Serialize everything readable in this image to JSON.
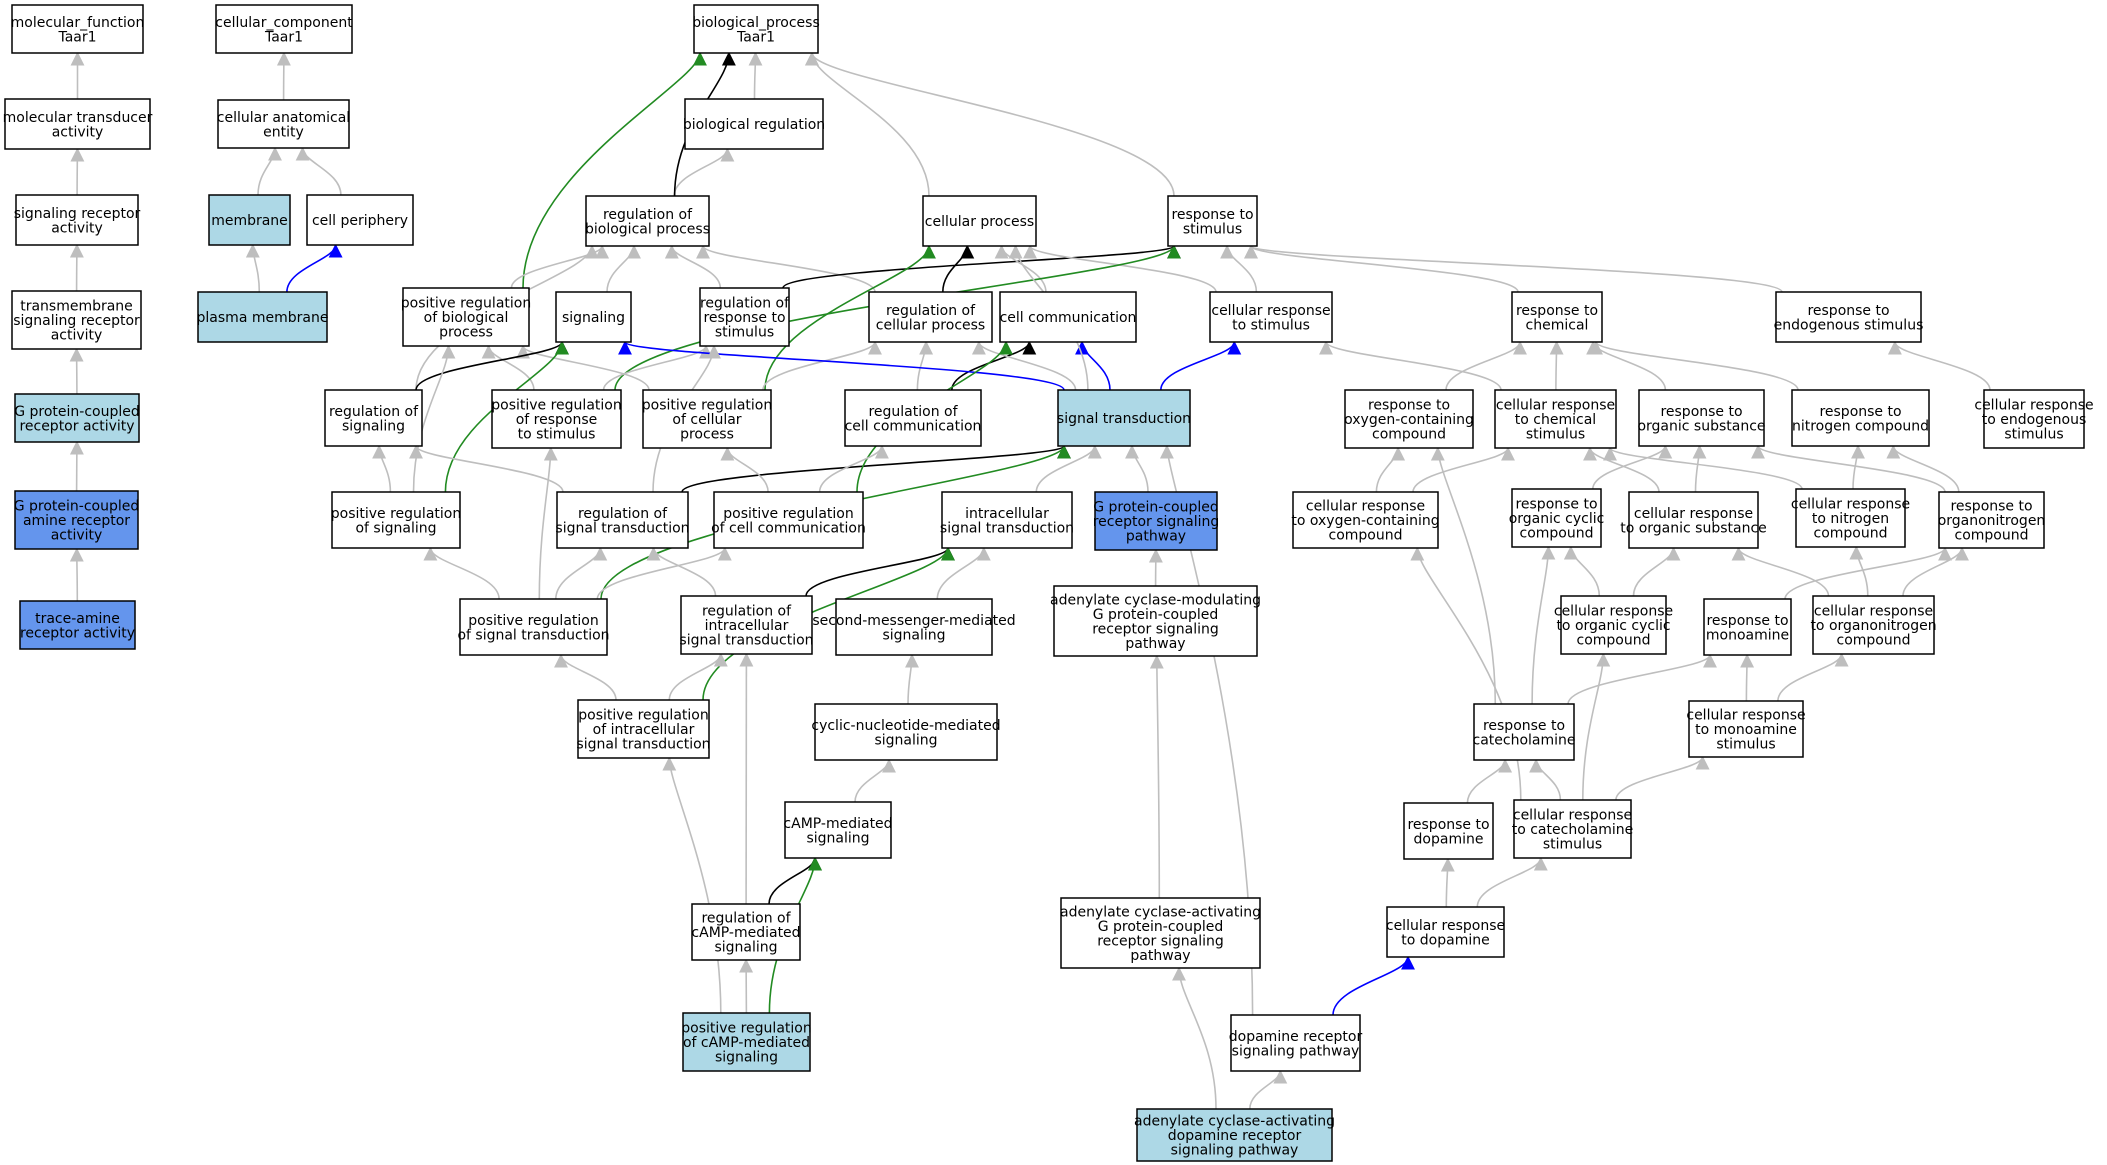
{
  "colors": {
    "default_fill": "#ffffff",
    "light_fill": "#add8e6",
    "blue_fill": "#6495ed",
    "edge_gray": "#bebebe",
    "edge_black": "#000000",
    "edge_green": "#228b22",
    "edge_blue": "#0000ff"
  },
  "nodes": [
    {
      "id": "mf",
      "lines": [
        "molecular_function",
        "Taar1"
      ],
      "fill": "white"
    },
    {
      "id": "mta",
      "lines": [
        "molecular transducer",
        "activity"
      ],
      "fill": "white"
    },
    {
      "id": "sra",
      "lines": [
        "signaling receptor",
        "activity"
      ],
      "fill": "white"
    },
    {
      "id": "tsra",
      "lines": [
        "transmembrane",
        "signaling receptor",
        "activity"
      ],
      "fill": "white"
    },
    {
      "id": "gpcra",
      "lines": [
        "G protein-coupled",
        "receptor activity"
      ],
      "fill": "light"
    },
    {
      "id": "gpcaa",
      "lines": [
        "G protein-coupled",
        "amine receptor",
        "activity"
      ],
      "fill": "blue"
    },
    {
      "id": "tara",
      "lines": [
        "trace-amine",
        "receptor activity"
      ],
      "fill": "blue"
    },
    {
      "id": "cc",
      "lines": [
        "cellular_component",
        "Taar1"
      ],
      "fill": "white"
    },
    {
      "id": "cae",
      "lines": [
        "cellular anatomical",
        "entity"
      ],
      "fill": "white"
    },
    {
      "id": "mem",
      "lines": [
        "membrane"
      ],
      "fill": "light"
    },
    {
      "id": "cper",
      "lines": [
        "cell periphery"
      ],
      "fill": "white"
    },
    {
      "id": "pmem",
      "lines": [
        "plasma membrane"
      ],
      "fill": "light"
    },
    {
      "id": "bp",
      "lines": [
        "biological_process",
        "Taar1"
      ],
      "fill": "white"
    },
    {
      "id": "breg",
      "lines": [
        "biological regulation"
      ],
      "fill": "white"
    },
    {
      "id": "rbp",
      "lines": [
        "regulation of",
        "biological process"
      ],
      "fill": "white"
    },
    {
      "id": "cproc",
      "lines": [
        "cellular process"
      ],
      "fill": "white"
    },
    {
      "id": "rstim",
      "lines": [
        "response to",
        "stimulus"
      ],
      "fill": "white"
    },
    {
      "id": "prbp",
      "lines": [
        "positive regulation",
        "of biological",
        "process"
      ],
      "fill": "white"
    },
    {
      "id": "sig",
      "lines": [
        "signaling"
      ],
      "fill": "white"
    },
    {
      "id": "rrs",
      "lines": [
        "regulation of",
        "response to",
        "stimulus"
      ],
      "fill": "white"
    },
    {
      "id": "rcp",
      "lines": [
        "regulation of",
        "cellular process"
      ],
      "fill": "white"
    },
    {
      "id": "ccom",
      "lines": [
        "cell communication"
      ],
      "fill": "white"
    },
    {
      "id": "crstim",
      "lines": [
        "cellular response",
        "to stimulus"
      ],
      "fill": "white"
    },
    {
      "id": "rchem",
      "lines": [
        "response to",
        "chemical"
      ],
      "fill": "white"
    },
    {
      "id": "rendo",
      "lines": [
        "response to",
        "endogenous stimulus"
      ],
      "fill": "white"
    },
    {
      "id": "rsig",
      "lines": [
        "regulation of",
        "signaling"
      ],
      "fill": "white"
    },
    {
      "id": "prrs",
      "lines": [
        "positive regulation",
        "of response",
        "to stimulus"
      ],
      "fill": "white"
    },
    {
      "id": "prcp",
      "lines": [
        "positive regulation",
        "of cellular",
        "process"
      ],
      "fill": "white"
    },
    {
      "id": "rcc",
      "lines": [
        "regulation of",
        "cell communication"
      ],
      "fill": "white"
    },
    {
      "id": "st",
      "lines": [
        "signal transduction"
      ],
      "fill": "light"
    },
    {
      "id": "roxy",
      "lines": [
        "response to",
        "oxygen-containing",
        "compound"
      ],
      "fill": "white"
    },
    {
      "id": "crchem",
      "lines": [
        "cellular response",
        "to chemical",
        "stimulus"
      ],
      "fill": "white"
    },
    {
      "id": "rorg",
      "lines": [
        "response to",
        "organic substance"
      ],
      "fill": "white"
    },
    {
      "id": "rnit",
      "lines": [
        "response to",
        "nitrogen compound"
      ],
      "fill": "white"
    },
    {
      "id": "crendo",
      "lines": [
        "cellular response",
        "to endogenous",
        "stimulus"
      ],
      "fill": "white"
    },
    {
      "id": "prsig",
      "lines": [
        "positive regulation",
        "of signaling"
      ],
      "fill": "white"
    },
    {
      "id": "rst",
      "lines": [
        "regulation of",
        "signal transduction"
      ],
      "fill": "white"
    },
    {
      "id": "prcc",
      "lines": [
        "positive regulation",
        "of cell communication"
      ],
      "fill": "white"
    },
    {
      "id": "ist",
      "lines": [
        "intracellular",
        "signal transduction"
      ],
      "fill": "white"
    },
    {
      "id": "gpcrsp",
      "lines": [
        "G protein-coupled",
        "receptor signaling",
        "pathway"
      ],
      "fill": "blue"
    },
    {
      "id": "croxy",
      "lines": [
        "cellular response",
        "to oxygen-containing",
        "compound"
      ],
      "fill": "white"
    },
    {
      "id": "rocc",
      "lines": [
        "response to",
        "organic cyclic",
        "compound"
      ],
      "fill": "white"
    },
    {
      "id": "crorg",
      "lines": [
        "cellular response",
        "to organic substance"
      ],
      "fill": "white"
    },
    {
      "id": "crnit",
      "lines": [
        "cellular response",
        "to nitrogen",
        "compound"
      ],
      "fill": "white"
    },
    {
      "id": "ronit",
      "lines": [
        "response to",
        "organonitrogen",
        "compound"
      ],
      "fill": "white"
    },
    {
      "id": "prst",
      "lines": [
        "positive regulation",
        "of signal transduction"
      ],
      "fill": "white"
    },
    {
      "id": "rist",
      "lines": [
        "regulation of",
        "intracellular",
        "signal transduction"
      ],
      "fill": "white"
    },
    {
      "id": "smms",
      "lines": [
        "second-messenger-mediated",
        "signaling"
      ],
      "fill": "white"
    },
    {
      "id": "acmod",
      "lines": [
        "adenylate cyclase-modulating",
        "G protein-coupled",
        "receptor signaling",
        "pathway"
      ],
      "fill": "white"
    },
    {
      "id": "crocc",
      "lines": [
        "cellular response",
        "to organic cyclic",
        "compound"
      ],
      "fill": "white"
    },
    {
      "id": "rmono",
      "lines": [
        "response to",
        "monoamine"
      ],
      "fill": "white"
    },
    {
      "id": "cronit",
      "lines": [
        "cellular response",
        "to organonitrogen",
        "compound"
      ],
      "fill": "white"
    },
    {
      "id": "prist",
      "lines": [
        "positive regulation",
        "of intracellular",
        "signal transduction"
      ],
      "fill": "white"
    },
    {
      "id": "cnms",
      "lines": [
        "cyclic-nucleotide-mediated",
        "signaling"
      ],
      "fill": "white"
    },
    {
      "id": "rcat",
      "lines": [
        "response to",
        "catecholamine"
      ],
      "fill": "white"
    },
    {
      "id": "crmono",
      "lines": [
        "cellular response",
        "to monoamine",
        "stimulus"
      ],
      "fill": "white"
    },
    {
      "id": "camp",
      "lines": [
        "cAMP-mediated",
        "signaling"
      ],
      "fill": "white"
    },
    {
      "id": "rdop",
      "lines": [
        "response to",
        "dopamine"
      ],
      "fill": "white"
    },
    {
      "id": "crcat",
      "lines": [
        "cellular response",
        "to catecholamine",
        "stimulus"
      ],
      "fill": "white"
    },
    {
      "id": "rcamp",
      "lines": [
        "regulation of",
        "cAMP-mediated",
        "signaling"
      ],
      "fill": "white"
    },
    {
      "id": "acact",
      "lines": [
        "adenylate cyclase-activating",
        "G protein-coupled",
        "receptor signaling",
        "pathway"
      ],
      "fill": "white"
    },
    {
      "id": "crdop",
      "lines": [
        "cellular response",
        "to dopamine"
      ],
      "fill": "white"
    },
    {
      "id": "prcamp",
      "lines": [
        "positive regulation",
        "of cAMP-mediated",
        "signaling"
      ],
      "fill": "light"
    },
    {
      "id": "drsp",
      "lines": [
        "dopamine receptor",
        "signaling pathway"
      ],
      "fill": "white"
    },
    {
      "id": "acdop",
      "lines": [
        "adenylate cyclase-activating",
        "dopamine receptor",
        "signaling pathway"
      ],
      "fill": "light"
    }
  ],
  "edges": [
    {
      "from": "mta",
      "to": "mf",
      "color": "gray"
    },
    {
      "from": "sra",
      "to": "mta",
      "color": "gray"
    },
    {
      "from": "tsra",
      "to": "sra",
      "color": "gray"
    },
    {
      "from": "gpcra",
      "to": "tsra",
      "color": "gray"
    },
    {
      "from": "gpcaa",
      "to": "gpcra",
      "color": "gray"
    },
    {
      "from": "tara",
      "to": "gpcaa",
      "color": "gray"
    },
    {
      "from": "cae",
      "to": "cc",
      "color": "gray"
    },
    {
      "from": "mem",
      "to": "cae",
      "color": "gray"
    },
    {
      "from": "cper",
      "to": "cae",
      "color": "gray"
    },
    {
      "from": "pmem",
      "to": "mem",
      "color": "gray"
    },
    {
      "from": "pmem",
      "to": "cper",
      "color": "blue"
    },
    {
      "from": "breg",
      "to": "bp",
      "color": "gray"
    },
    {
      "from": "cproc",
      "to": "bp",
      "color": "gray"
    },
    {
      "from": "rstim",
      "to": "bp",
      "color": "gray"
    },
    {
      "from": "rbp",
      "to": "breg",
      "color": "gray"
    },
    {
      "from": "rbp",
      "to": "bp",
      "color": "black"
    },
    {
      "from": "prbp",
      "to": "bp",
      "color": "green"
    },
    {
      "from": "prbp",
      "to": "rbp",
      "color": "gray"
    },
    {
      "from": "sig",
      "to": "rbp",
      "color": "gray"
    },
    {
      "from": "rrs",
      "to": "rbp",
      "color": "gray"
    },
    {
      "from": "rcp",
      "to": "rbp",
      "color": "gray"
    },
    {
      "from": "rsig",
      "to": "rbp",
      "color": "gray"
    },
    {
      "from": "rrs",
      "to": "rstim",
      "color": "black"
    },
    {
      "from": "rcp",
      "to": "cproc",
      "color": "black"
    },
    {
      "from": "ccom",
      "to": "cproc",
      "color": "gray"
    },
    {
      "from": "crstim",
      "to": "rstim",
      "color": "gray"
    },
    {
      "from": "crstim",
      "to": "cproc",
      "color": "gray"
    },
    {
      "from": "rchem",
      "to": "rstim",
      "color": "gray"
    },
    {
      "from": "rendo",
      "to": "rstim",
      "color": "gray"
    },
    {
      "from": "prcp",
      "to": "cproc",
      "color": "green"
    },
    {
      "from": "prrs",
      "to": "rstim",
      "color": "green"
    },
    {
      "from": "prrs",
      "to": "rrs",
      "color": "gray"
    },
    {
      "from": "prrs",
      "to": "prbp",
      "color": "gray"
    },
    {
      "from": "prcp",
      "to": "rcp",
      "color": "gray"
    },
    {
      "from": "prcp",
      "to": "prbp",
      "color": "gray"
    },
    {
      "from": "rsig",
      "to": "sig",
      "color": "black"
    },
    {
      "from": "rcc",
      "to": "ccom",
      "color": "black"
    },
    {
      "from": "rcc",
      "to": "rcp",
      "color": "gray"
    },
    {
      "from": "st",
      "to": "sig",
      "color": "blue"
    },
    {
      "from": "st",
      "to": "ccom",
      "color": "blue"
    },
    {
      "from": "st",
      "to": "crstim",
      "color": "blue"
    },
    {
      "from": "st",
      "to": "cproc",
      "color": "gray"
    },
    {
      "from": "st",
      "to": "rcp",
      "color": "gray"
    },
    {
      "from": "roxy",
      "to": "rchem",
      "color": "gray"
    },
    {
      "from": "crchem",
      "to": "rchem",
      "color": "gray"
    },
    {
      "from": "crchem",
      "to": "crstim",
      "color": "gray"
    },
    {
      "from": "rorg",
      "to": "rchem",
      "color": "gray"
    },
    {
      "from": "rnit",
      "to": "rchem",
      "color": "gray"
    },
    {
      "from": "crendo",
      "to": "rendo",
      "color": "gray"
    },
    {
      "from": "prsig",
      "to": "sig",
      "color": "green"
    },
    {
      "from": "prsig",
      "to": "rsig",
      "color": "gray"
    },
    {
      "from": "prsig",
      "to": "prbp",
      "color": "gray"
    },
    {
      "from": "rst",
      "to": "st",
      "color": "black"
    },
    {
      "from": "rst",
      "to": "rsig",
      "color": "gray"
    },
    {
      "from": "rst",
      "to": "rrs",
      "color": "gray"
    },
    {
      "from": "prcc",
      "to": "ccom",
      "color": "green"
    },
    {
      "from": "prcc",
      "to": "rcc",
      "color": "gray"
    },
    {
      "from": "prcc",
      "to": "prcp",
      "color": "gray"
    },
    {
      "from": "ist",
      "to": "st",
      "color": "gray"
    },
    {
      "from": "gpcrsp",
      "to": "st",
      "color": "gray"
    },
    {
      "from": "croxy",
      "to": "roxy",
      "color": "gray"
    },
    {
      "from": "croxy",
      "to": "crchem",
      "color": "gray"
    },
    {
      "from": "rocc",
      "to": "rorg",
      "color": "gray"
    },
    {
      "from": "crorg",
      "to": "rorg",
      "color": "gray"
    },
    {
      "from": "crorg",
      "to": "crchem",
      "color": "gray"
    },
    {
      "from": "crnit",
      "to": "rnit",
      "color": "gray"
    },
    {
      "from": "crnit",
      "to": "crchem",
      "color": "gray"
    },
    {
      "from": "ronit",
      "to": "rnit",
      "color": "gray"
    },
    {
      "from": "ronit",
      "to": "rorg",
      "color": "gray"
    },
    {
      "from": "prst",
      "to": "st",
      "color": "green"
    },
    {
      "from": "prst",
      "to": "rst",
      "color": "gray"
    },
    {
      "from": "prst",
      "to": "prsig",
      "color": "gray"
    },
    {
      "from": "prst",
      "to": "prcc",
      "color": "gray"
    },
    {
      "from": "prst",
      "to": "prrs",
      "color": "gray"
    },
    {
      "from": "rist",
      "to": "ist",
      "color": "black"
    },
    {
      "from": "rist",
      "to": "rst",
      "color": "gray"
    },
    {
      "from": "smms",
      "to": "ist",
      "color": "gray"
    },
    {
      "from": "acmod",
      "to": "gpcrsp",
      "color": "gray"
    },
    {
      "from": "crocc",
      "to": "rocc",
      "color": "gray"
    },
    {
      "from": "crocc",
      "to": "crorg",
      "color": "gray"
    },
    {
      "from": "rmono",
      "to": "ronit",
      "color": "gray"
    },
    {
      "from": "cronit",
      "to": "ronit",
      "color": "gray"
    },
    {
      "from": "cronit",
      "to": "crnit",
      "color": "gray"
    },
    {
      "from": "cronit",
      "to": "crorg",
      "color": "gray"
    },
    {
      "from": "prist",
      "to": "ist",
      "color": "green"
    },
    {
      "from": "prist",
      "to": "rist",
      "color": "gray"
    },
    {
      "from": "prist",
      "to": "prst",
      "color": "gray"
    },
    {
      "from": "cnms",
      "to": "smms",
      "color": "gray"
    },
    {
      "from": "rcat",
      "to": "rmono",
      "color": "gray"
    },
    {
      "from": "rcat",
      "to": "roxy",
      "color": "gray"
    },
    {
      "from": "rcat",
      "to": "rocc",
      "color": "gray"
    },
    {
      "from": "crmono",
      "to": "rmono",
      "color": "gray"
    },
    {
      "from": "crmono",
      "to": "cronit",
      "color": "gray"
    },
    {
      "from": "camp",
      "to": "cnms",
      "color": "gray"
    },
    {
      "from": "rdop",
      "to": "rcat",
      "color": "gray"
    },
    {
      "from": "crcat",
      "to": "rcat",
      "color": "gray"
    },
    {
      "from": "crcat",
      "to": "crmono",
      "color": "gray"
    },
    {
      "from": "crcat",
      "to": "croxy",
      "color": "gray"
    },
    {
      "from": "crcat",
      "to": "crocc",
      "color": "gray"
    },
    {
      "from": "rcamp",
      "to": "camp",
      "color": "black"
    },
    {
      "from": "rcamp",
      "to": "rist",
      "color": "gray"
    },
    {
      "from": "acact",
      "to": "acmod",
      "color": "gray"
    },
    {
      "from": "crdop",
      "to": "rdop",
      "color": "gray"
    },
    {
      "from": "crdop",
      "to": "crcat",
      "color": "gray"
    },
    {
      "from": "prcamp",
      "to": "camp",
      "color": "green"
    },
    {
      "from": "prcamp",
      "to": "rcamp",
      "color": "gray"
    },
    {
      "from": "prcamp",
      "to": "prist",
      "color": "gray"
    },
    {
      "from": "drsp",
      "to": "crdop",
      "color": "blue"
    },
    {
      "from": "drsp",
      "to": "st",
      "color": "gray"
    },
    {
      "from": "acdop",
      "to": "drsp",
      "color": "gray"
    },
    {
      "from": "acdop",
      "to": "acact",
      "color": "gray"
    }
  ]
}
